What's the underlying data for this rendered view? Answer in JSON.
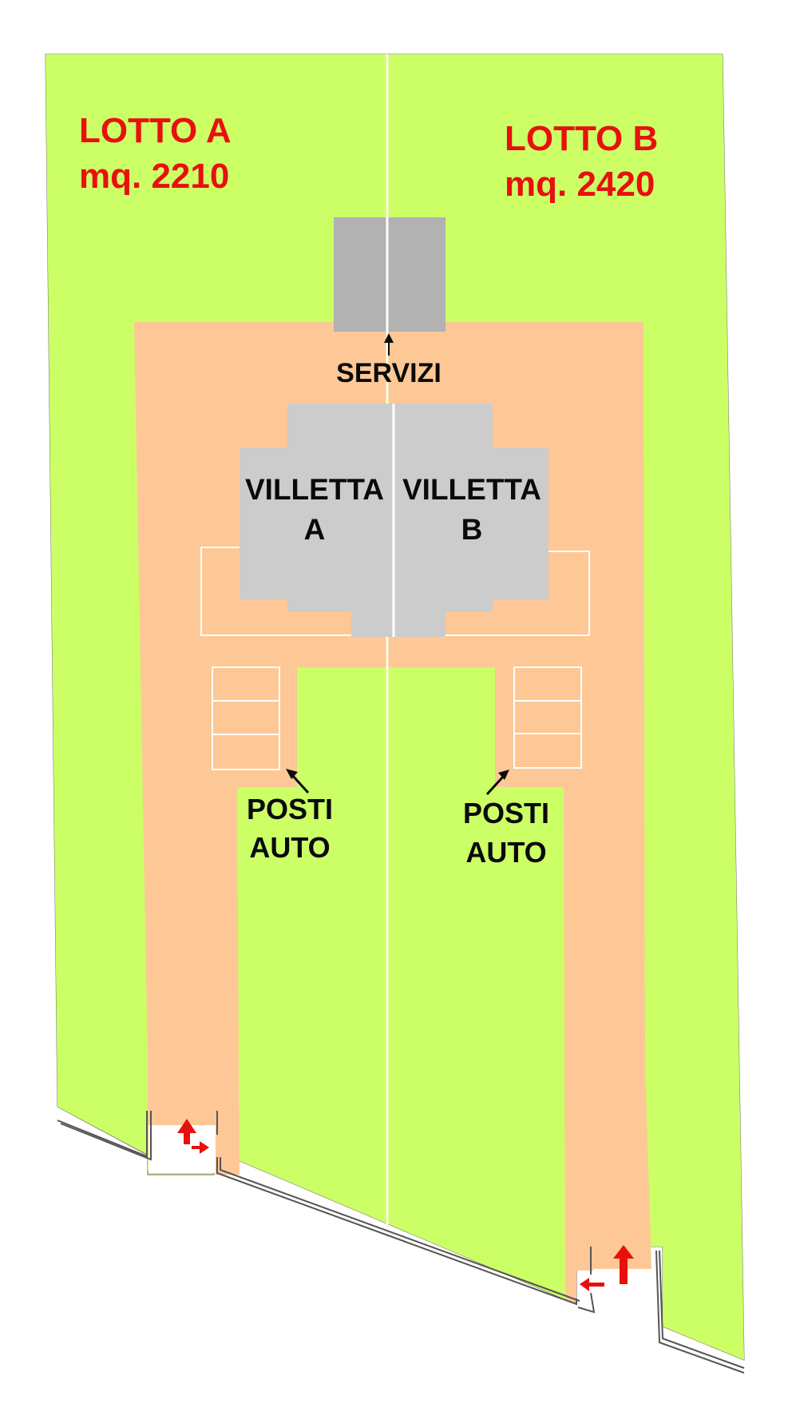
{
  "colors": {
    "lawn": "#ccff66",
    "paved": "#fdc896",
    "building": "#cccccc",
    "services": "#b2b2b2",
    "divider": "#ffffff",
    "label_red": "#e8100e",
    "label_black": "#0a0a0a",
    "arrow_red": "#e8100e",
    "wall": "#555555"
  },
  "lots": [
    {
      "id": "A",
      "title": "LOTTO A",
      "area": "mq. 2210"
    },
    {
      "id": "B",
      "title": "LOTTO B",
      "area": "mq. 2420"
    }
  ],
  "services": {
    "label": "SERVIZI"
  },
  "villas": [
    {
      "line1": "VILLETTA",
      "line2": "A"
    },
    {
      "line1": "VILLETTA",
      "line2": "B"
    }
  ],
  "parking": [
    {
      "line1": "POSTI",
      "line2": "AUTO",
      "spaces": 3
    },
    {
      "line1": "POSTI",
      "line2": "AUTO",
      "spaces": 3
    }
  ],
  "access": [
    {
      "side": "left",
      "arrows": [
        "up-arrow",
        "right-arrow"
      ]
    },
    {
      "side": "right",
      "arrows": [
        "up-arrow",
        "left-arrow"
      ]
    }
  ]
}
